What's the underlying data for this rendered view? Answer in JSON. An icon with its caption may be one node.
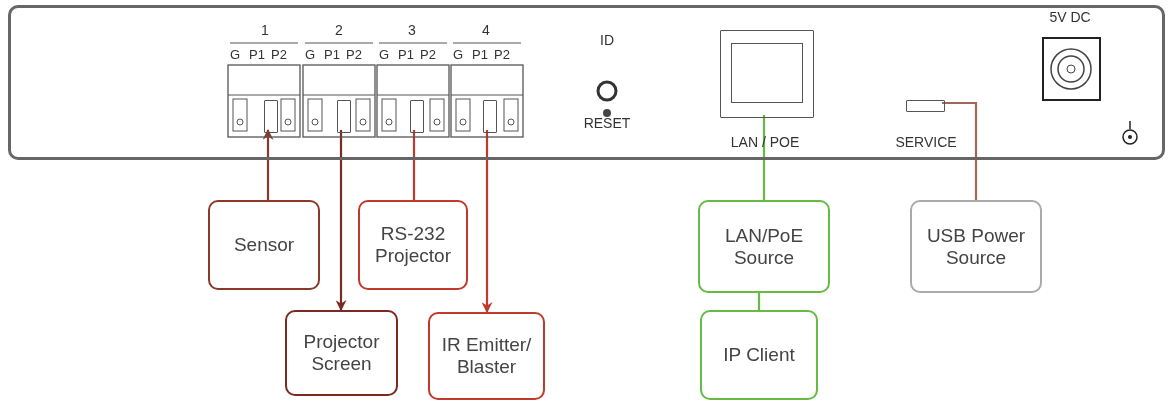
{
  "diagram": {
    "nodes": [
      {
        "text": [],
        "shape": "box"
      },
      {
        "text": [],
        "shape": "box",
        "in": 0
      },
      {
        "text": [],
        "shape": "box",
        "in": 0
      },
      {
        "text": [],
        "shape": "box",
        "in": 0
      },
      {
        "text": [],
        "shape": "box",
        "in": 0
      },
      {
        "text": [],
        "shape": "box",
        "in": 0
      },
      {
        "text": [],
        "shape": "box",
        "in": 0
      },
      {
        "text": [
          "Sensor"
        ]
      },
      {
        "text": [
          "Projector Screen"
        ]
      },
      {
        "text": [
          "RS-232 Projector"
        ]
      },
      {
        "text": [
          "IR Emitter/ Blaster"
        ]
      },
      {
        "text": [
          "LAN/PoE Source"
        ]
      },
      {
        "text": [
          "IP Client"
        ]
      },
      {
        "text": [
          "USB Power Source"
        ]
      }
    ],
    "edges": [
      {
        "from": 7,
        "to": 1,
        "arrow": "to",
        "color": "#8b3a2a"
      },
      {
        "from": 2,
        "to": 8,
        "arrow": "to",
        "color": "#7a2a20"
      },
      {
        "from": 3,
        "to": 9,
        "arrow": "none"
      },
      {
        "from": 4,
        "to": 10,
        "arrow": "to"
      },
      {
        "from": 5,
        "to": 11,
        "arrow": "none",
        "color": "#66bb44"
      },
      {
        "from": 11,
        "to": 12,
        "arrow": "none",
        "color": "#66bb44"
      },
      {
        "from": 6,
        "to": 13,
        "arrow": "none",
        "color": "#a0685a"
      }
    ],
    "labels": [
      "1",
      "2",
      "3",
      "4",
      "G",
      "P1",
      "P2",
      "G",
      "P1",
      "P2",
      "G",
      "P1",
      "P2",
      "G",
      "P1",
      "P2",
      "ID",
      "RESET",
      "LAN / POE",
      "SERVICE",
      "5V DC"
    ]
  }
}
